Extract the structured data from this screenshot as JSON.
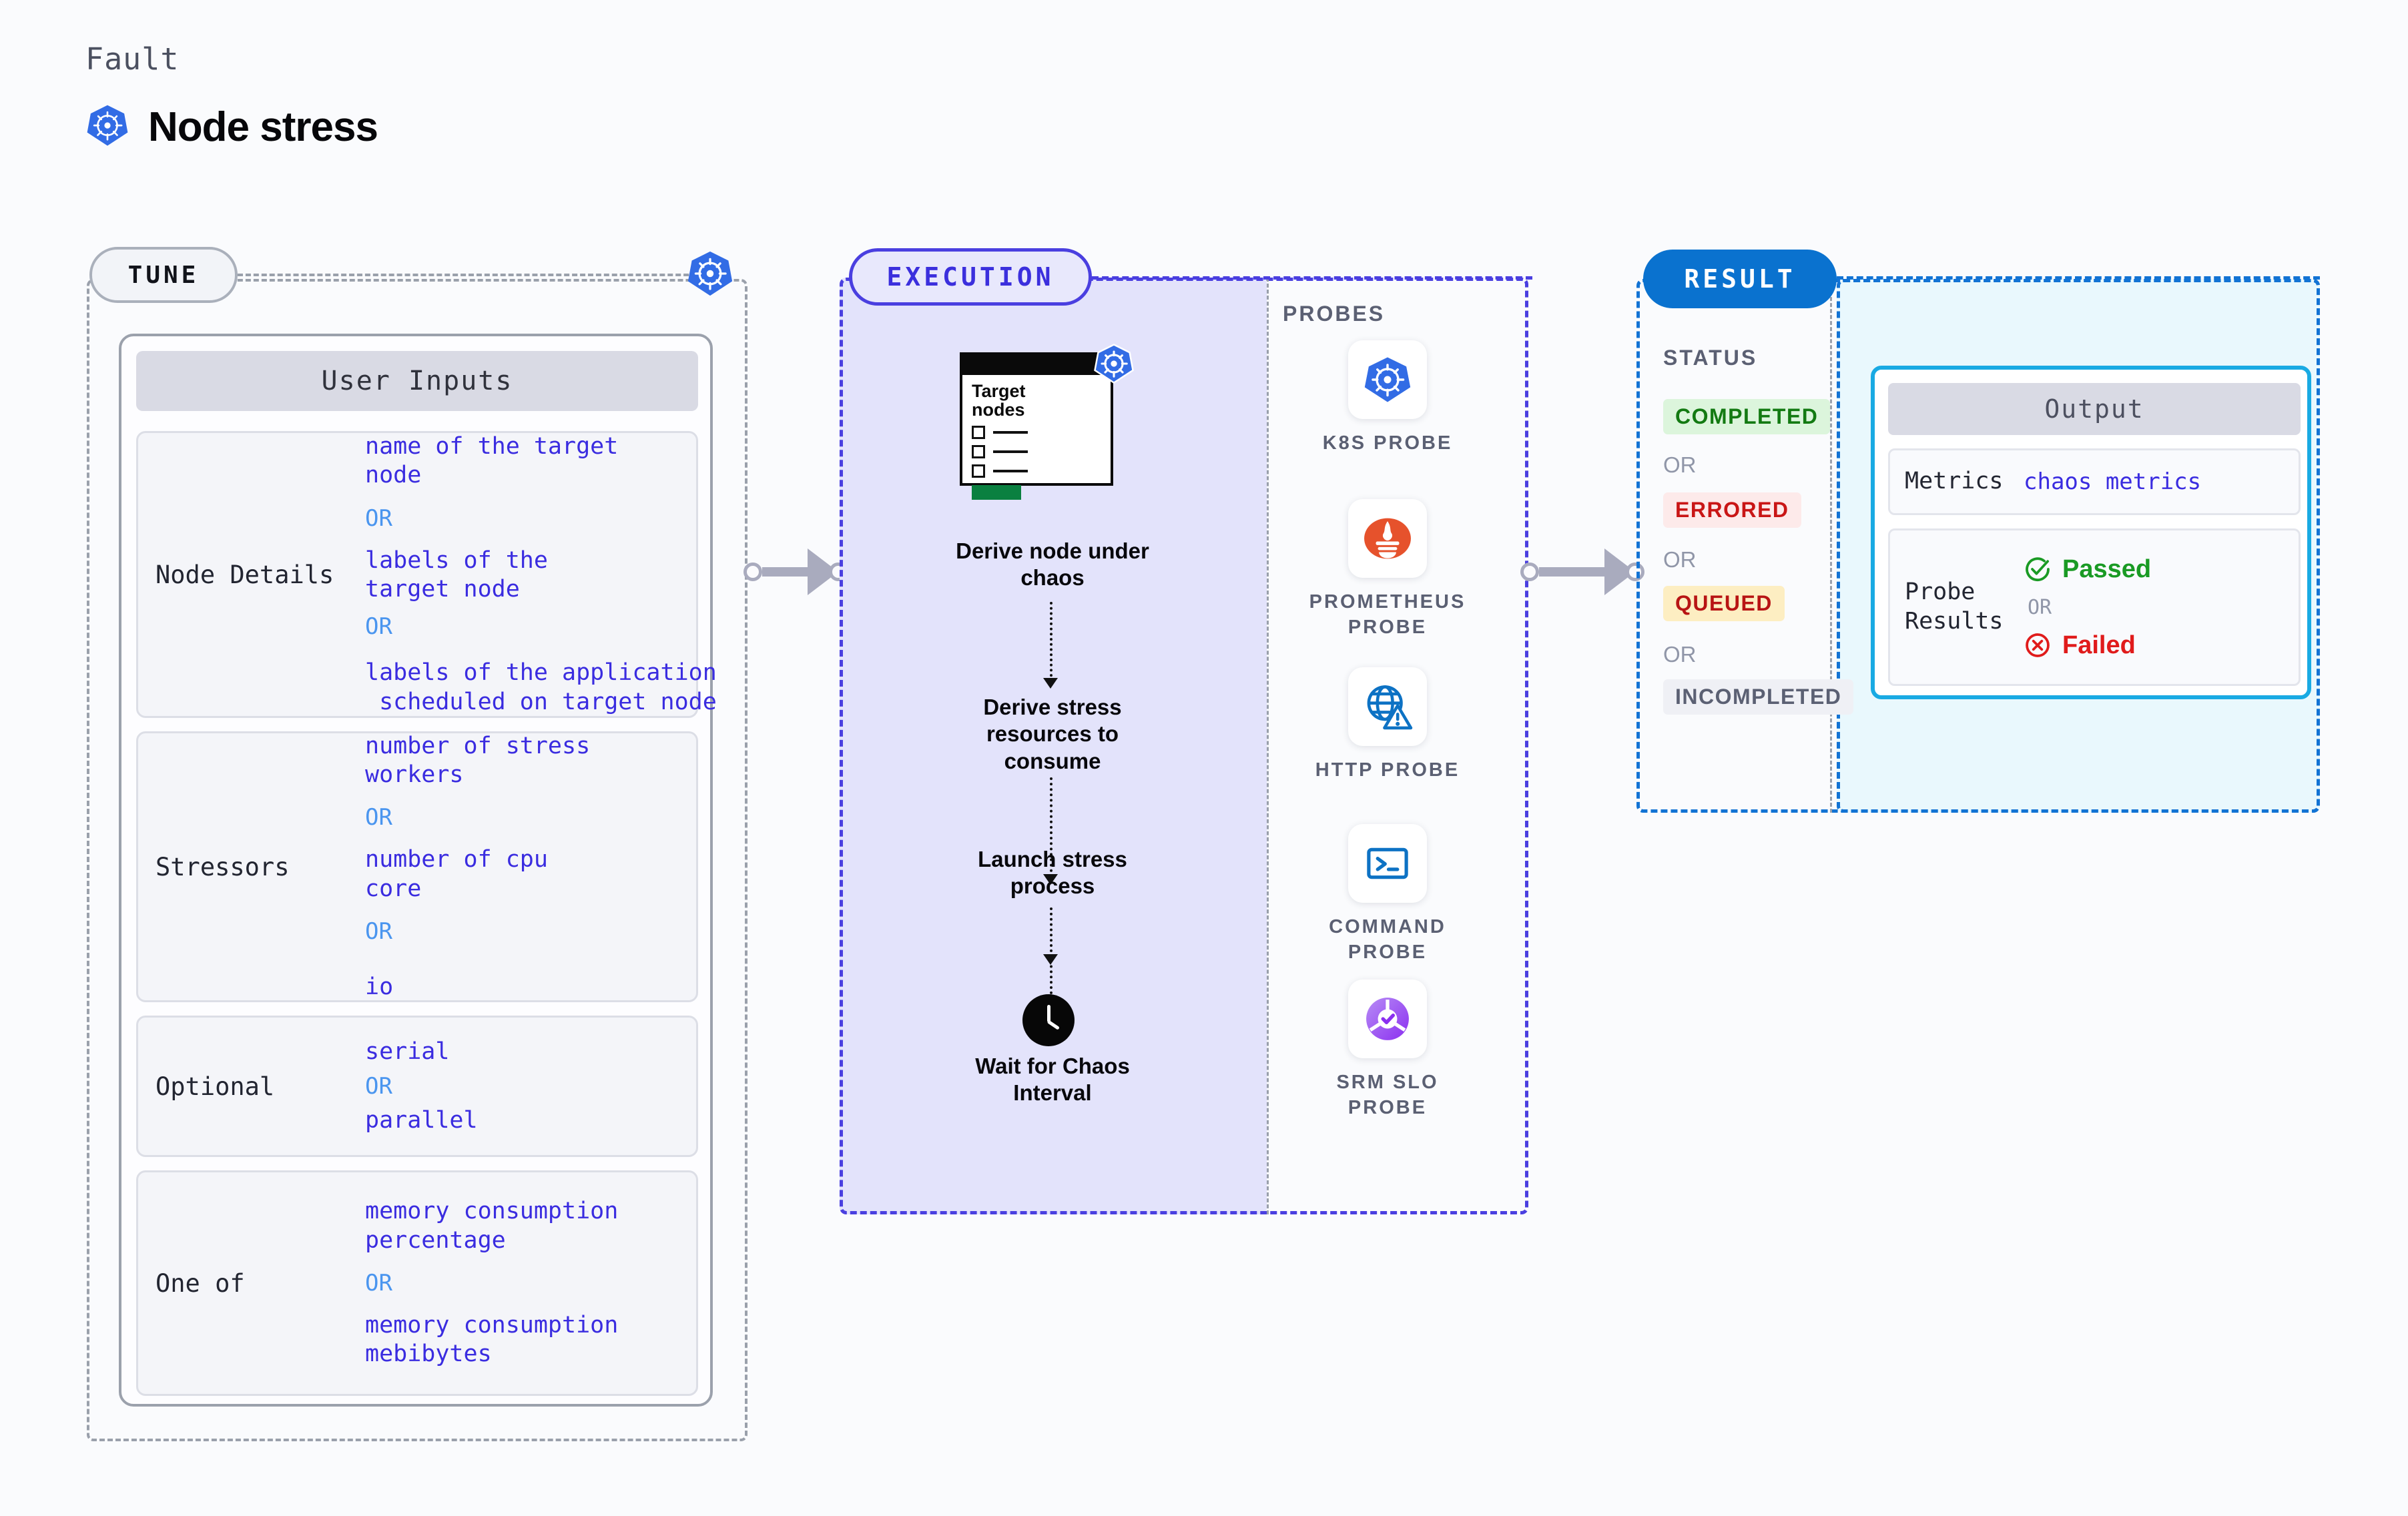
{
  "header": {
    "kicker": "Fault",
    "title": "Node stress",
    "icon": "kubernetes-icon"
  },
  "tune": {
    "stage_label": "TUNE",
    "card_title": "User Inputs",
    "groups": [
      {
        "label": "Node Details",
        "items": [
          "name of the target\nnode",
          "OR",
          "labels of the\ntarget node",
          "OR",
          "labels of the application\n scheduled on target node"
        ]
      },
      {
        "label": "Stressors",
        "items": [
          "number of stress\nworkers",
          "OR",
          "number of cpu\ncore",
          "OR",
          "io"
        ]
      },
      {
        "label": "Optional",
        "items": [
          "serial",
          "OR",
          "parallel"
        ]
      },
      {
        "label": "One of",
        "items": [
          "memory consumption\npercentage",
          "OR",
          "memory consumption\nmebibytes"
        ]
      }
    ]
  },
  "execution": {
    "stage_label": "EXECUTION",
    "card": {
      "label": "Target\nnodes",
      "checkbox_rows": 3
    },
    "steps": [
      "Derive node under\nchaos",
      "Derive stress\nresources to\nconsume",
      "Launch stress\nprocess",
      "Wait for Chaos\nInterval"
    ],
    "probes_label": "PROBES",
    "probes": [
      {
        "name": "K8S PROBE",
        "icon": "kubernetes-icon"
      },
      {
        "name": "PROMETHEUS\nPROBE",
        "icon": "prometheus-icon"
      },
      {
        "name": "HTTP PROBE",
        "icon": "globe-warning-icon"
      },
      {
        "name": "COMMAND\nPROBE",
        "icon": "terminal-icon"
      },
      {
        "name": "SRM SLO\nPROBE",
        "icon": "srm-slo-icon"
      }
    ]
  },
  "result": {
    "stage_label": "RESULT",
    "status_label": "STATUS",
    "statuses": [
      {
        "text": "COMPLETED",
        "color": "#137a12",
        "bg": "#dcf5dc"
      },
      {
        "text": "OR"
      },
      {
        "text": "ERRORED",
        "color": "#c91616",
        "bg": "#fdeaea"
      },
      {
        "text": "OR"
      },
      {
        "text": "QUEUED",
        "color": "#b81414",
        "bg": "#fdeec2"
      },
      {
        "text": "OR"
      },
      {
        "text": "INCOMPLETED",
        "color": "#5b6073",
        "bg": "#eff0f5"
      }
    ],
    "output": {
      "title": "Output",
      "metrics_label": "Metrics",
      "metrics_value": "chaos metrics",
      "probe_results_label": "Probe\nResults",
      "passed": "Passed",
      "or": "OR",
      "failed": "Failed"
    }
  },
  "colors": {
    "kubernetes_blue": "#326ce5",
    "execution_purple": "#4a3fe0",
    "result_blue": "#1273d4",
    "value_blue": "#3a2ce0",
    "or_blue": "#4a95ef",
    "pass_green": "#1a9a24",
    "fail_red": "#e01b1b"
  }
}
